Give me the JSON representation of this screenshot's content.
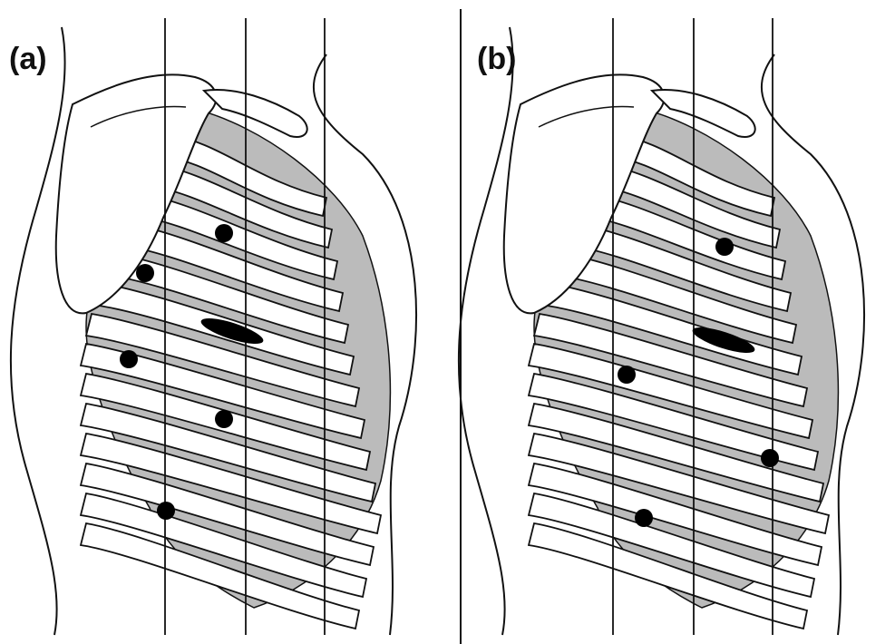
{
  "panels": [
    {
      "label": "(a)",
      "marker_count": 6,
      "guide_line_count": 3
    },
    {
      "label": "(b)",
      "marker_count": 5,
      "guide_line_count": 3
    }
  ],
  "colors": {
    "rib_fill": "#ffffff",
    "intercostal_fill": "#bbbbbb",
    "outline": "#111111",
    "marker": "#000000"
  }
}
